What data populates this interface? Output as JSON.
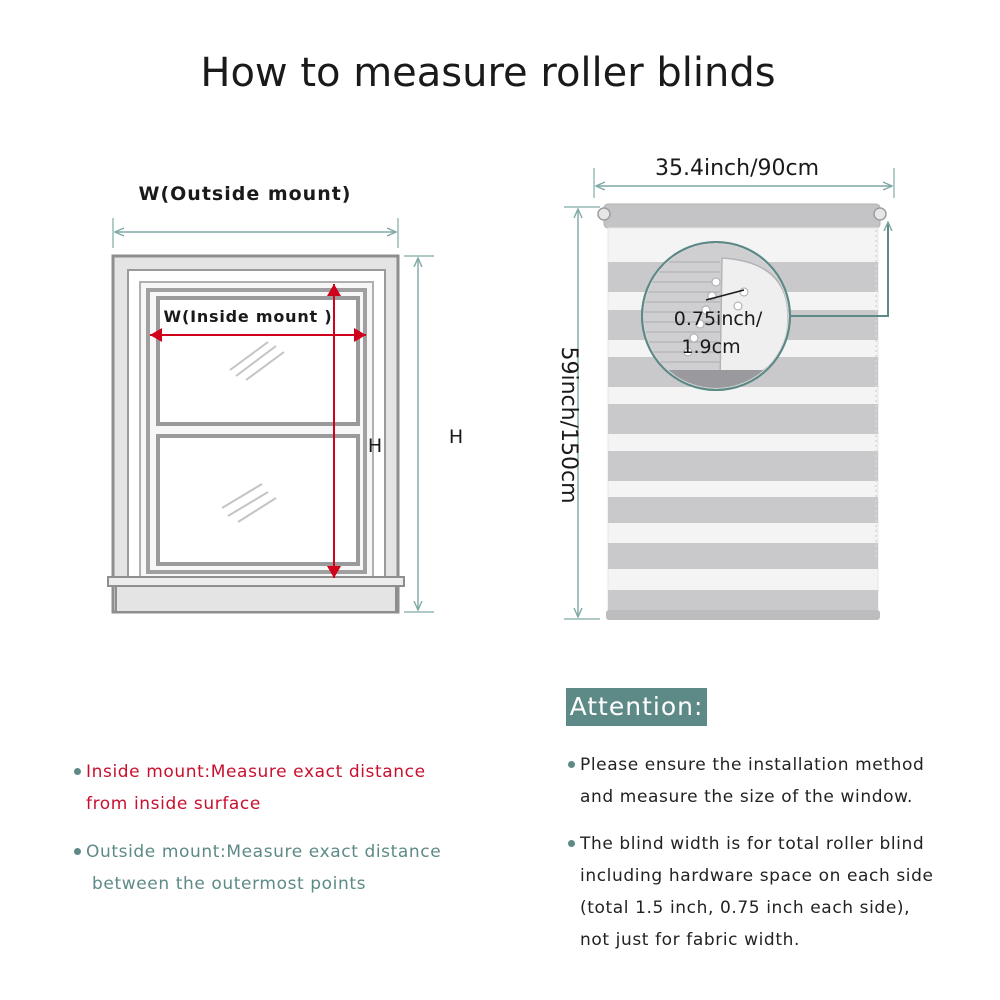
{
  "title": "How to measure roller blinds",
  "window_diagram": {
    "outside_width_label": "W(Outside mount)",
    "inside_width_label": "W(Inside mount )",
    "inside_height_label": "H",
    "outside_height_label": "H"
  },
  "blind_diagram": {
    "width_label": "35.4inch/90cm",
    "height_label": "59inch/150cm",
    "hardware_label_line1": "0.75inch/",
    "hardware_label_line2": "1.9cm"
  },
  "notes_left": [
    {
      "line1": "Inside mount:Measure exact distance",
      "line2": "from inside surface"
    },
    {
      "line1": "Outside mount:Measure exact distance",
      "line2": "between the outermost points"
    }
  ],
  "attention": {
    "heading": "Attention:",
    "items": [
      {
        "lines": [
          "Please ensure the installation method",
          "and measure the size of the window."
        ]
      },
      {
        "lines": [
          "The blind width is for total roller blind",
          "including hardware space on each side",
          "(total 1.5 inch, 0.75 inch each side),",
          "not just for fabric width."
        ]
      }
    ]
  },
  "colors": {
    "accent": "#5d8a86",
    "measure_red": "#d0021b",
    "blind_grey": "#c9c9cb"
  }
}
